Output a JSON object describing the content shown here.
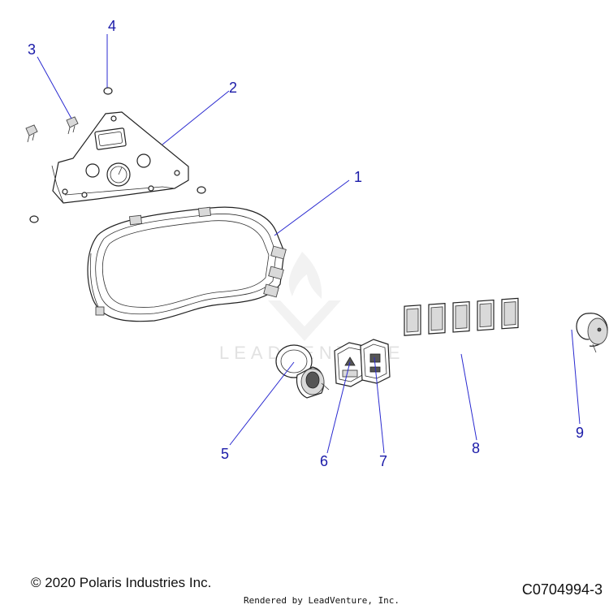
{
  "watermark": {
    "text": "LEADVENTURE"
  },
  "callouts": [
    "1",
    "2",
    "3",
    "4",
    "5",
    "6",
    "7",
    "8",
    "9"
  ],
  "footer": {
    "copyright": "© 2020 Polaris Industries Inc.",
    "rendered_by": "Rendered by LeadVenture, Inc.",
    "diagram_code": "C0704994-3"
  }
}
